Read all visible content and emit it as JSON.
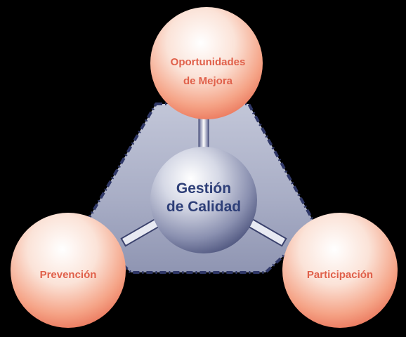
{
  "diagram": {
    "center": {
      "line1": "Gestión",
      "line2": "de Calidad"
    },
    "nodes": {
      "top": {
        "line1": "Oportunidades",
        "line2": "de Mejora"
      },
      "left": {
        "label": "Prevención"
      },
      "right": {
        "label": "Participación"
      }
    }
  }
}
